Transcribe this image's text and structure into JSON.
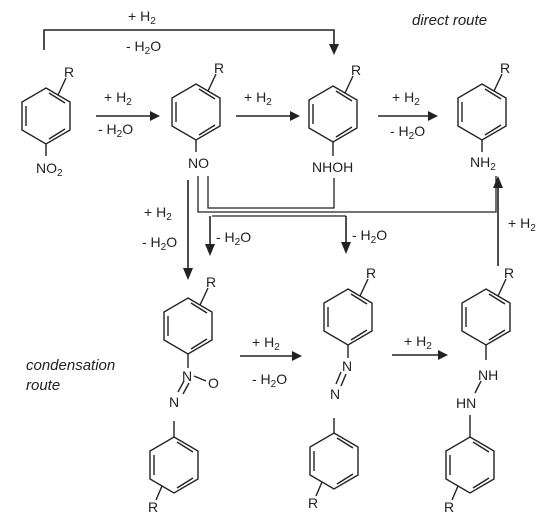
{
  "labels": {
    "direct_route": "direct route",
    "condensation_route": "condensation route",
    "R": "R",
    "plus_h2": "+ H",
    "minus_h2o_pre": "- H",
    "minus_h2o_post": "O",
    "two": "2"
  },
  "compounds": {
    "nitro_group": "NO",
    "nitro_sub": "2",
    "nitroso_group": "NO",
    "hydroxylamine_group": "NHOH",
    "amine_group": "NH",
    "amine_sub": "2",
    "azoxy_n_top": "N",
    "azoxy_o": "O",
    "azoxy_n_bottom": "N",
    "azo_n_top": "N",
    "azo_n_bottom": "N",
    "hydrazo_nh_top": "NH",
    "hydrazo_hn_bottom": "HN"
  },
  "colors": {
    "ink": "#222222",
    "background": "#ffffff"
  }
}
